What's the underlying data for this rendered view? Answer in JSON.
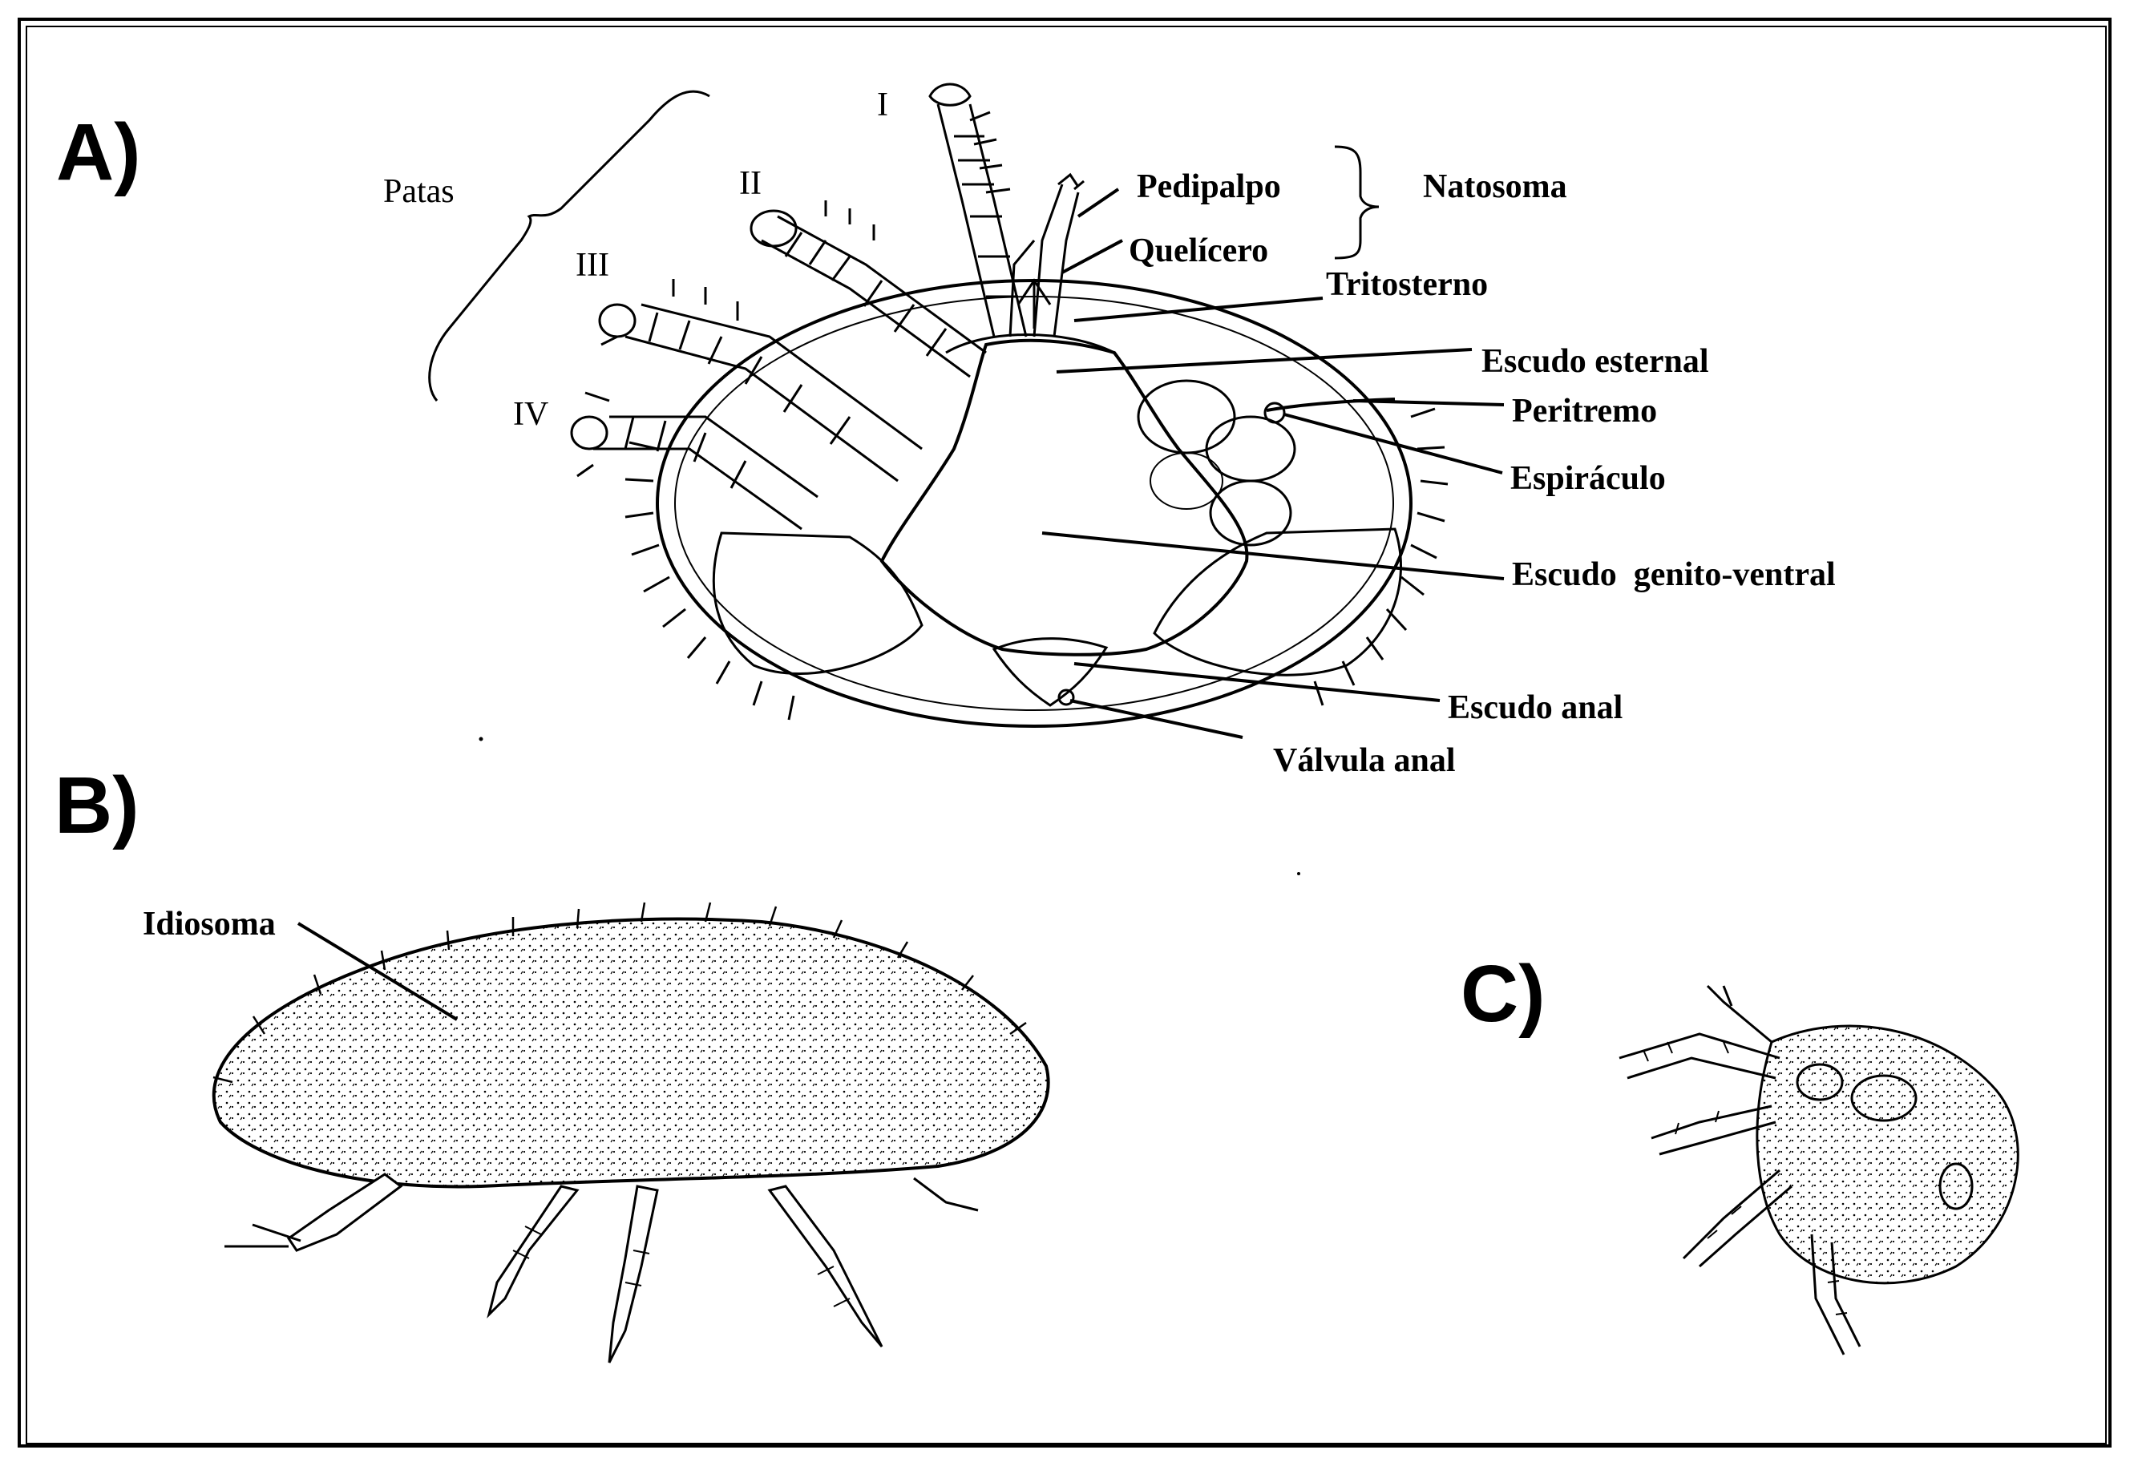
{
  "panels": {
    "a": "A)",
    "b": "B)",
    "c": "C)"
  },
  "legs": {
    "group": "Patas",
    "i": "I",
    "ii": "II",
    "iii": "III",
    "iv": "IV"
  },
  "labels_a": {
    "pedipalpo": "Pedipalpo",
    "quelicero": "Quelícero",
    "natosoma": "Natosoma",
    "tritosterno": "Tritosterno",
    "escudo_esternal": "Escudo esternal",
    "peritremo": "Peritremo",
    "espiraculo": "Espiráculo",
    "escudo_genito_ventral": "Escudo  genito-ventral",
    "escudo_anal": "Escudo anal",
    "valvula_anal": "Válvula anal"
  },
  "labels_b": {
    "idiosoma": "Idiosoma"
  }
}
